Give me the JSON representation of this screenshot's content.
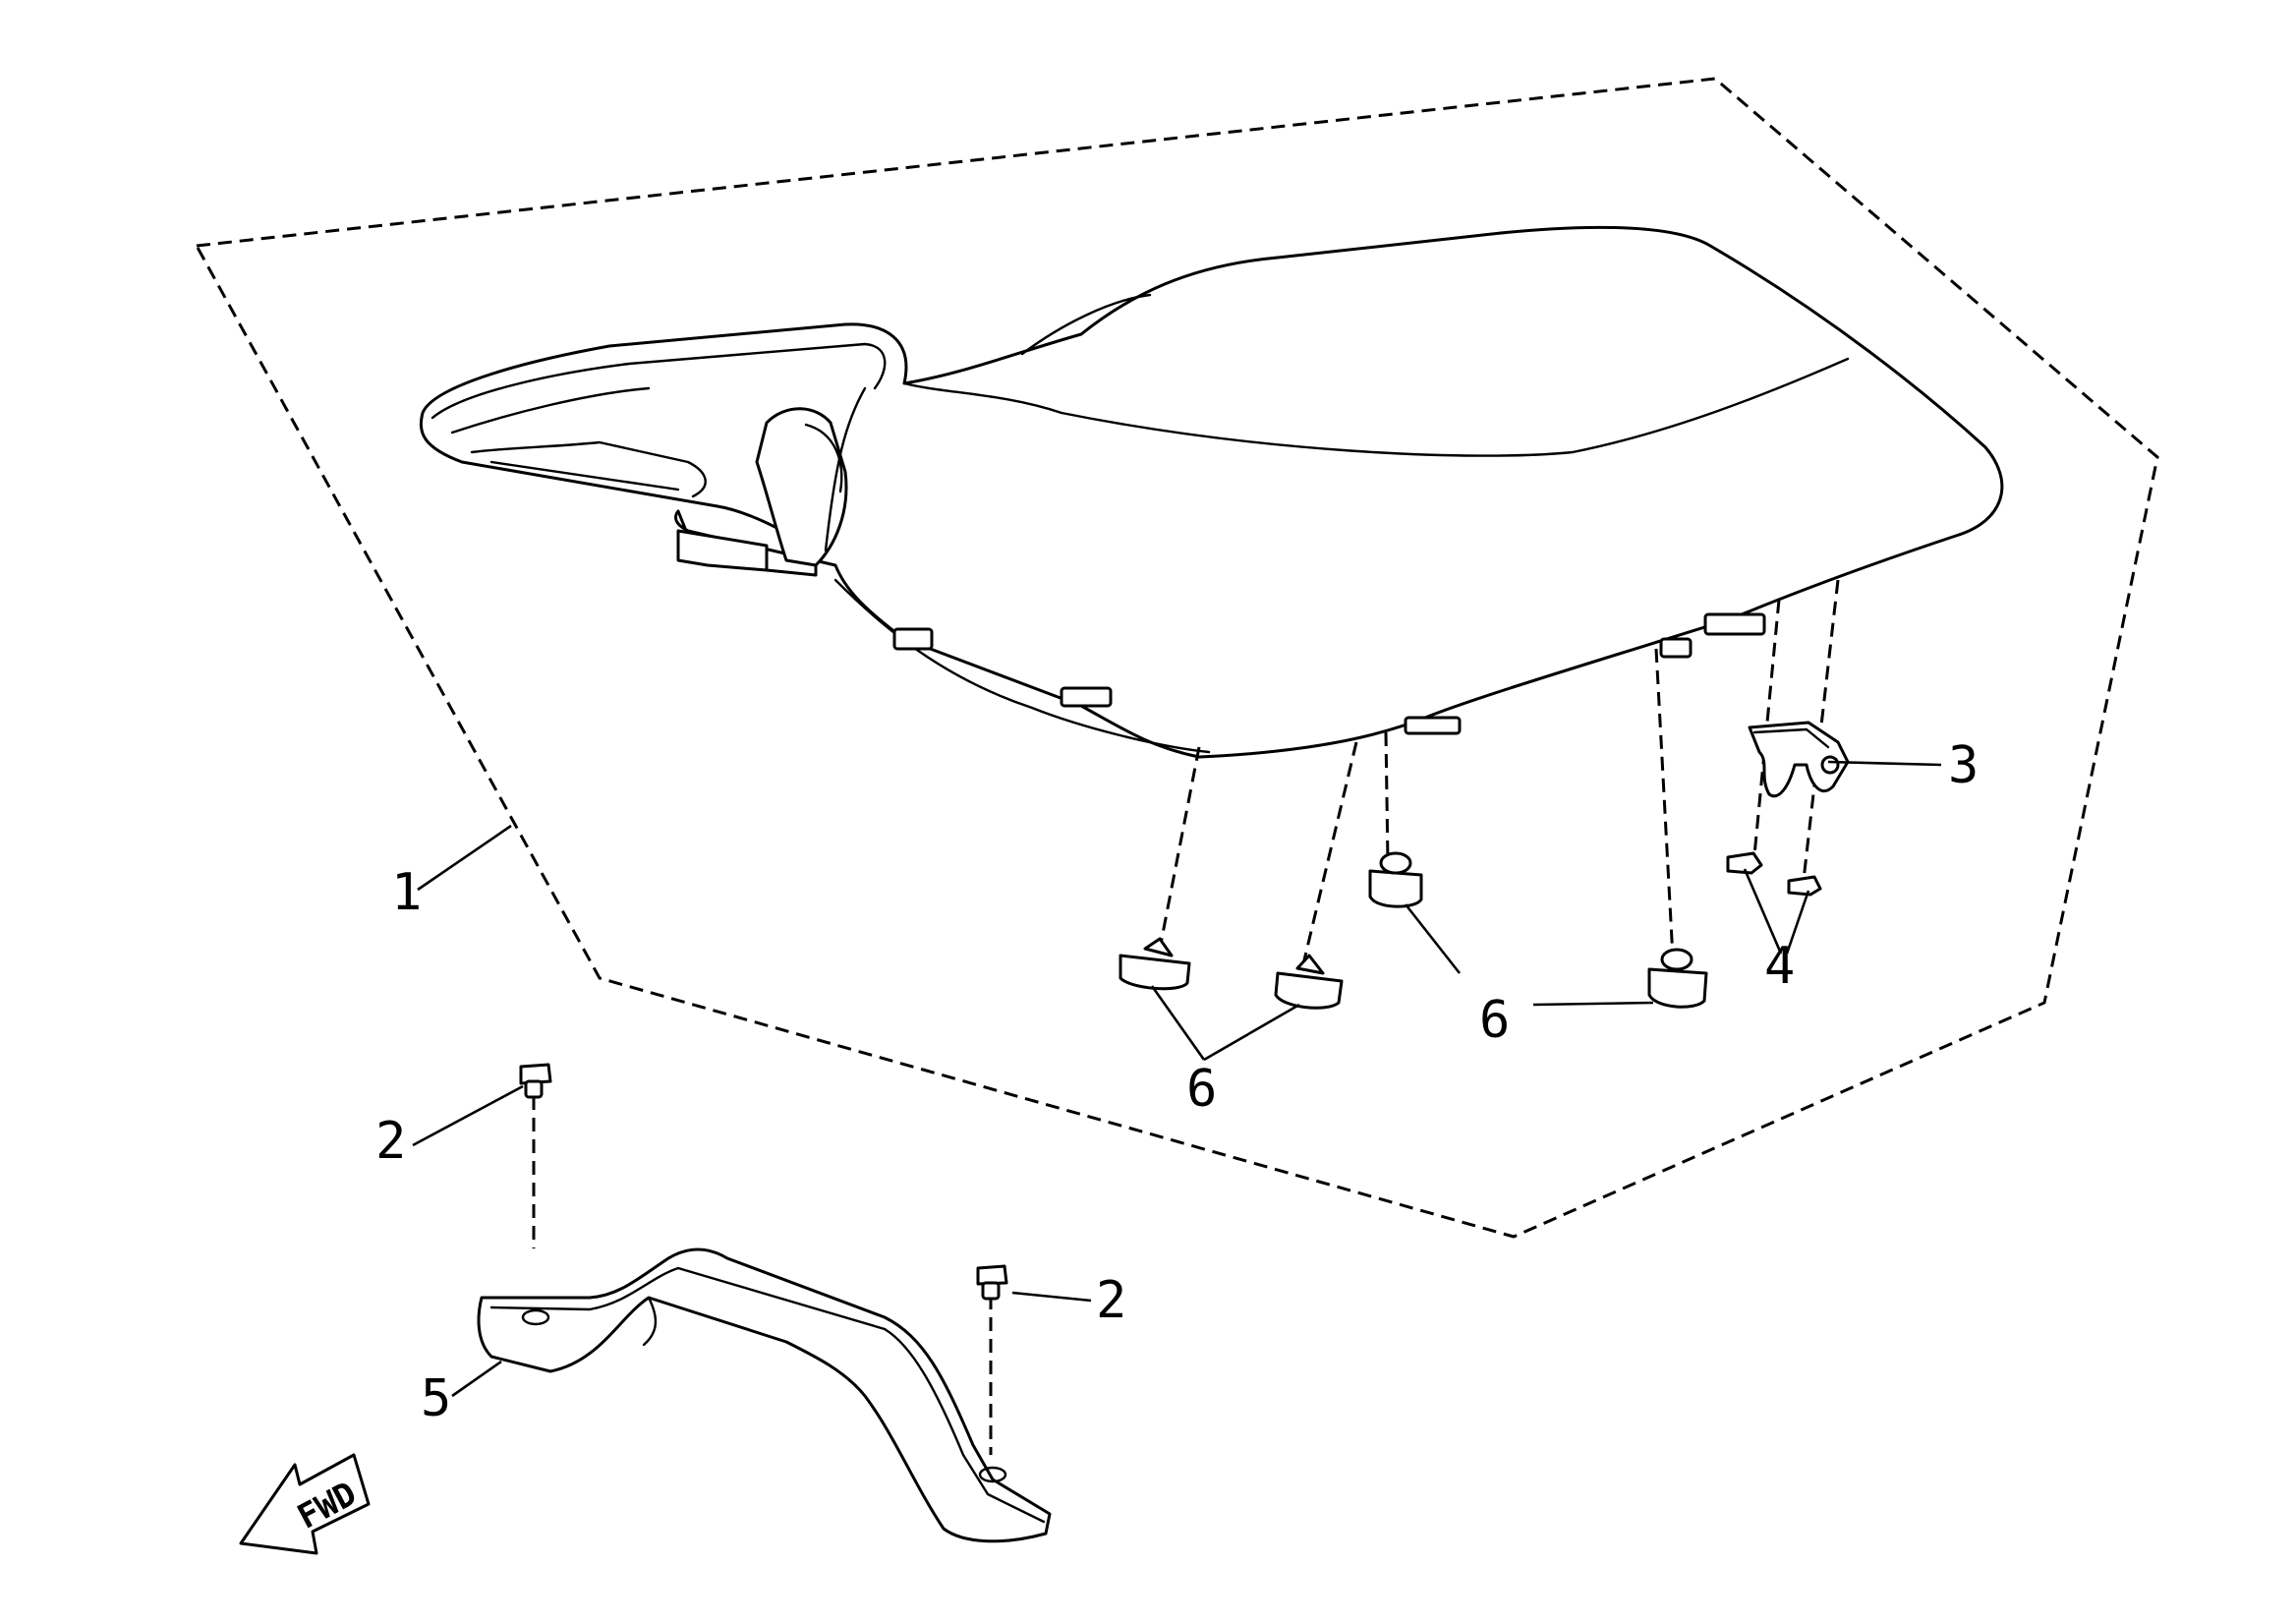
{
  "diagram": {
    "callouts": [
      {
        "id": "1",
        "label": "1"
      },
      {
        "id": "2a",
        "label": "2"
      },
      {
        "id": "2b",
        "label": "2"
      },
      {
        "id": "3",
        "label": "3"
      },
      {
        "id": "4",
        "label": "4"
      },
      {
        "id": "5",
        "label": "5"
      },
      {
        "id": "6a",
        "label": "6"
      },
      {
        "id": "6b",
        "label": "6"
      }
    ],
    "direction_label": "FWD"
  },
  "colors": {
    "line": "#000000",
    "background": "#ffffff"
  }
}
